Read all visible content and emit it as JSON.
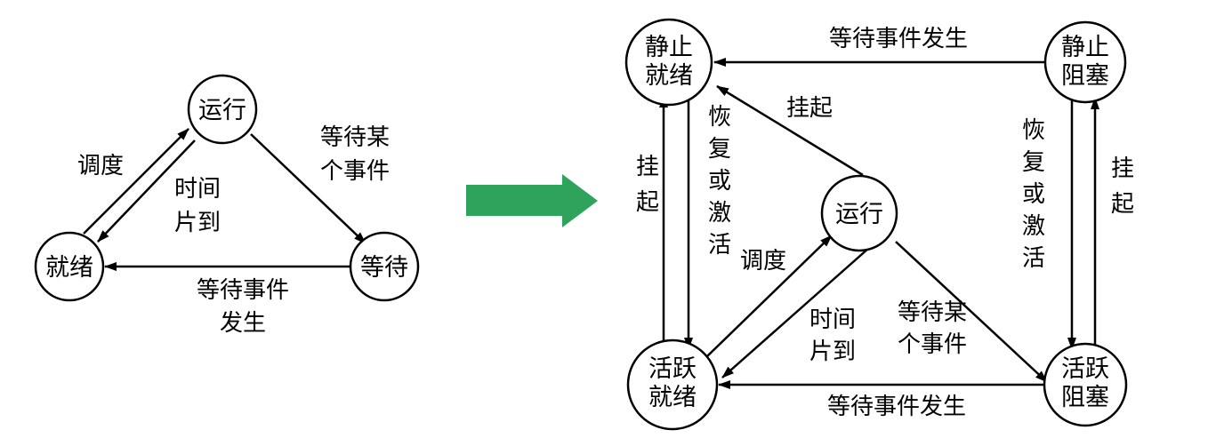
{
  "left_diagram": {
    "nodes": {
      "running": {
        "label": "运行"
      },
      "ready": {
        "label": "就绪"
      },
      "waiting": {
        "label": "等待"
      }
    },
    "edges": {
      "dispatch": {
        "label": "调度"
      },
      "time_slice": {
        "label_line1": "时间",
        "label_line2": "片到"
      },
      "wait_event": {
        "label_line1": "等待某",
        "label_line2": "个事件"
      },
      "event_occurs": {
        "label_line1": "等待事件",
        "label_line2": "发生"
      }
    }
  },
  "transition_arrow": {
    "color": "#2fa35c"
  },
  "right_diagram": {
    "nodes": {
      "static_ready": {
        "line1": "静止",
        "line2": "就绪"
      },
      "static_blocked": {
        "line1": "静止",
        "line2": "阻塞"
      },
      "running": {
        "label": "运行"
      },
      "active_ready": {
        "line1": "活跃",
        "line2": "就绪"
      },
      "active_blocked": {
        "line1": "活跃",
        "line2": "阻塞"
      }
    },
    "edges": {
      "top_event_occurs": {
        "label": "等待事件发生"
      },
      "suspend_running": {
        "label": "挂起"
      },
      "suspend_ready": {
        "line1": "挂",
        "line2": "起"
      },
      "resume_ready": {
        "line1": "恢",
        "line2": "复",
        "line3": "或",
        "line4": "激",
        "line5": "活"
      },
      "dispatch": {
        "label": "调度"
      },
      "time_slice": {
        "line1": "时间",
        "line2": "片到"
      },
      "wait_event": {
        "line1": "等待某",
        "line2": "个事件"
      },
      "bottom_event_occurs": {
        "label": "等待事件发生"
      },
      "resume_blocked": {
        "line1": "恢",
        "line2": "复",
        "line3": "或",
        "line4": "激",
        "line5": "活"
      },
      "suspend_blocked": {
        "line1": "挂",
        "line2": "起"
      }
    }
  }
}
